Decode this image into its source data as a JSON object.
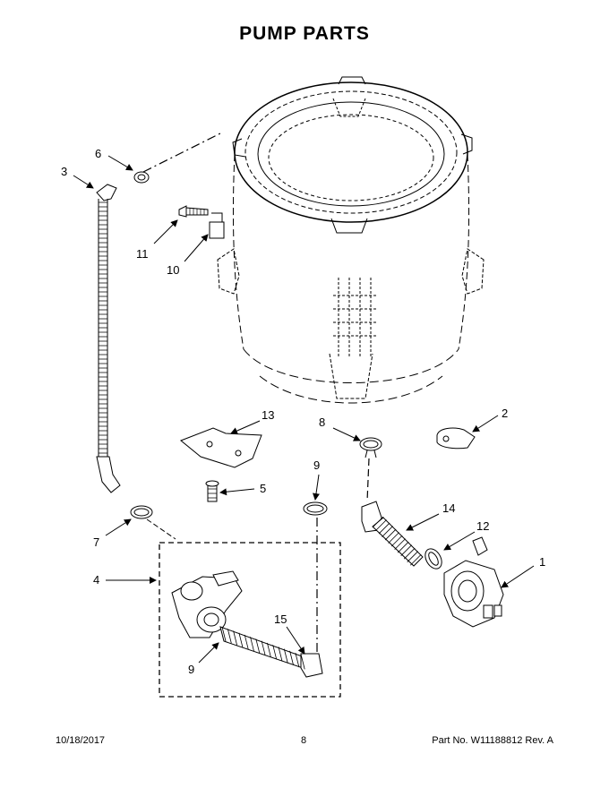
{
  "title": "PUMP PARTS",
  "footer": {
    "date": "10/18/2017",
    "page": "8",
    "part_number": "Part No.  W11188812  Rev.  A"
  },
  "callouts": [
    {
      "id": "c6",
      "label": "6"
    },
    {
      "id": "c3",
      "label": "3"
    },
    {
      "id": "c11",
      "label": "11"
    },
    {
      "id": "c10",
      "label": "10"
    },
    {
      "id": "c13",
      "label": "13"
    },
    {
      "id": "c8",
      "label": "8"
    },
    {
      "id": "c2",
      "label": "2"
    },
    {
      "id": "c9a",
      "label": "9"
    },
    {
      "id": "c5",
      "label": "5"
    },
    {
      "id": "c14",
      "label": "14"
    },
    {
      "id": "c12",
      "label": "12"
    },
    {
      "id": "c7",
      "label": "7"
    },
    {
      "id": "c1",
      "label": "1"
    },
    {
      "id": "c4",
      "label": "4"
    },
    {
      "id": "c15",
      "label": "15"
    },
    {
      "id": "c9b",
      "label": "9"
    }
  ]
}
